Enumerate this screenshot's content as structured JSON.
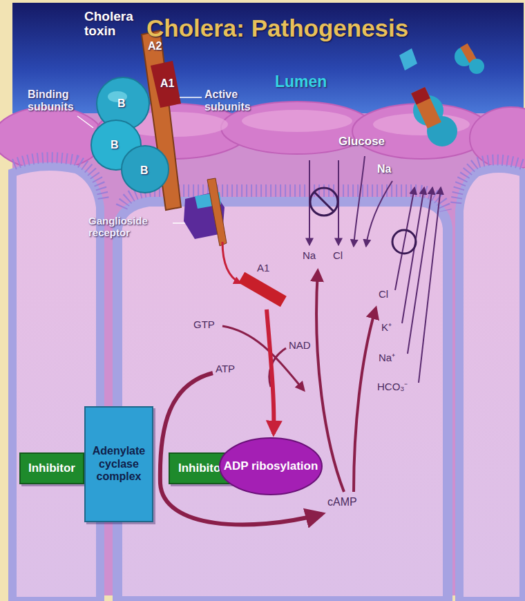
{
  "diagram": {
    "title": "Cholera: Pathogenesis",
    "nodes": [
      {
        "text": [
          "Inhibitor"
        ]
      },
      {
        "text": [
          "Adenylate cyclase complex"
        ]
      },
      {
        "text": [
          "Inhibitor"
        ]
      },
      {
        "text": [
          "ADP ribosylation"
        ]
      }
    ],
    "labels": [
      "Cholera toxin",
      "Lumen",
      "Binding subunits",
      "Active subunits",
      "B",
      "B",
      "B",
      "A2",
      "A1",
      "Ganglioside receptor",
      "A1",
      "GTP",
      "NAD",
      "ATP",
      "Glucose",
      "Na",
      "Na",
      "Cl",
      "Cl",
      "K⁺",
      "Na⁺",
      "HCO₃⁻",
      "cAMP"
    ]
  }
}
